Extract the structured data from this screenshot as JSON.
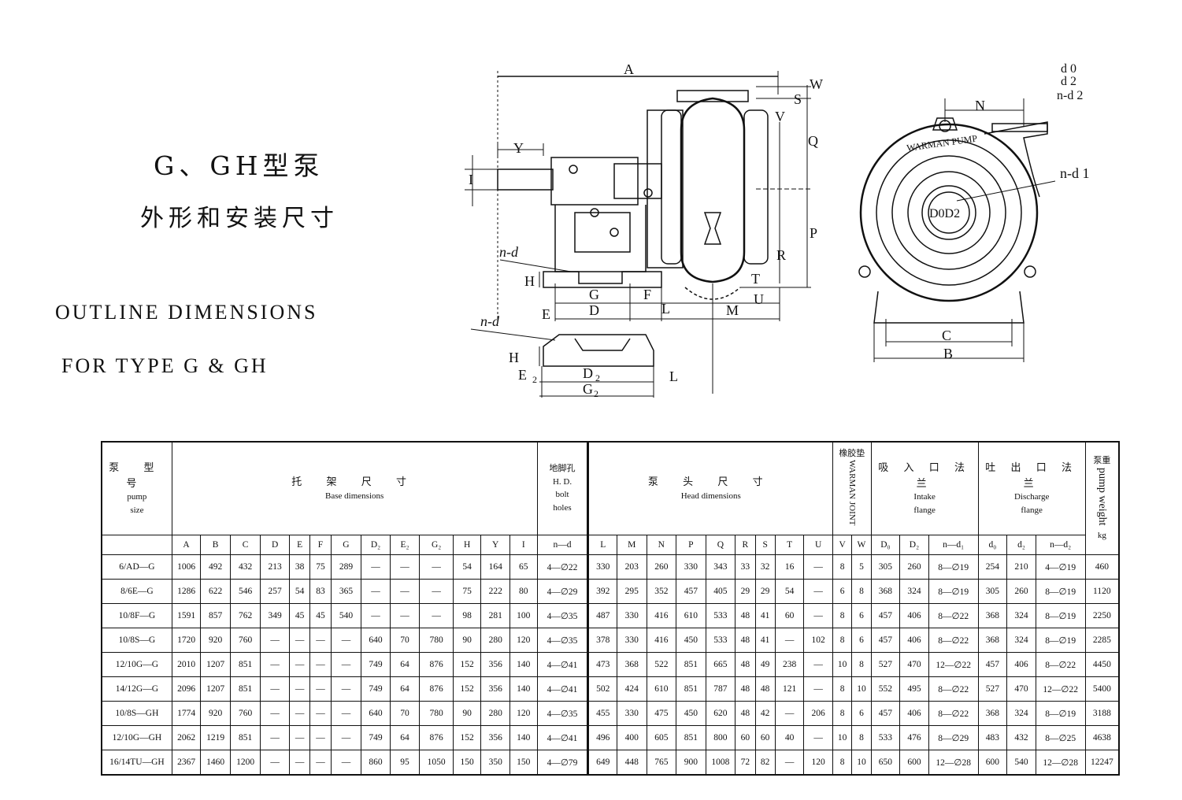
{
  "title": {
    "cn_main": "G、GH型泵",
    "cn_sub": "外形和安装尺寸",
    "en_line1": "OUTLINE DIMENSIONS",
    "en_line2": "FOR TYPE G & GH"
  },
  "drawing_labels": {
    "A": "A",
    "W": "W",
    "S": "S",
    "V": "V",
    "Q": "Q",
    "Y": "Y",
    "I": "I",
    "nd": "n-d",
    "nd2": "n-d",
    "P": "P",
    "R": "R",
    "H": "H",
    "H2": "H",
    "T": "T",
    "U": "U",
    "G": "G",
    "F": "F",
    "E": "E",
    "D": "D",
    "L": "L",
    "M": "M",
    "E2": "E",
    "E2sub": "2",
    "D2": "D",
    "D2sub": "2",
    "G2": "G",
    "G2sub": "2",
    "L2": "L",
    "N": "N",
    "d0": "d 0",
    "d2": "d 2",
    "nd2r": "n-d 2",
    "nd1": "n-d 1",
    "D0D2": "D0D2",
    "C": "C",
    "B": "B",
    "brand": "WARMAN PUMP"
  },
  "table": {
    "col_groups": {
      "pump_size_cn": "泵 型 号",
      "pump_size_en": "pump",
      "pump_size_en2": "size",
      "base_cn": "托 架 尺 寸",
      "base_en": "Base dimensions",
      "bolt_cn": "地脚孔",
      "bolt_en1": "H. D.",
      "bolt_en2": "bolt",
      "bolt_en3": "holes",
      "head_cn": "泵 头 尺 寸",
      "head_en": "Head dimensions",
      "joint_cn": "橡胶垫",
      "joint_en": "WARMAN JOINT",
      "intake_cn": "吸 入 口 法 兰",
      "intake_en1": "Intake",
      "intake_en2": "flange",
      "discharge_cn": "吐 出 口 法 兰",
      "discharge_en1": "Discharge",
      "discharge_en2": "flange",
      "weight_cn": "泵重",
      "weight_en": "pump weight",
      "weight_unit": "kg"
    },
    "headers": [
      "A",
      "B",
      "C",
      "D",
      "E",
      "F",
      "G",
      "D₂",
      "E₂",
      "G₂",
      "H",
      "Y",
      "I",
      "n—d",
      "L",
      "M",
      "N",
      "P",
      "Q",
      "R",
      "S",
      "T",
      "U",
      "V",
      "W",
      "D₀",
      "D₂",
      "n—d₁",
      "d₀",
      "d₂",
      "n—d₂"
    ],
    "rows": [
      [
        "6/AD—G",
        "1006",
        "492",
        "432",
        "213",
        "38",
        "75",
        "289",
        "—",
        "—",
        "—",
        "54",
        "164",
        "65",
        "4—∅22",
        "330",
        "203",
        "260",
        "330",
        "343",
        "33",
        "32",
        "16",
        "—",
        "8",
        "5",
        "305",
        "260",
        "8—∅19",
        "254",
        "210",
        "4—∅19",
        "460"
      ],
      [
        "8/6E—G",
        "1286",
        "622",
        "546",
        "257",
        "54",
        "83",
        "365",
        "—",
        "—",
        "—",
        "75",
        "222",
        "80",
        "4—∅29",
        "392",
        "295",
        "352",
        "457",
        "405",
        "29",
        "29",
        "54",
        "—",
        "6",
        "8",
        "368",
        "324",
        "8—∅19",
        "305",
        "260",
        "8—∅19",
        "1120"
      ],
      [
        "10/8F—G",
        "1591",
        "857",
        "762",
        "349",
        "45",
        "45",
        "540",
        "—",
        "—",
        "—",
        "98",
        "281",
        "100",
        "4—∅35",
        "487",
        "330",
        "416",
        "610",
        "533",
        "48",
        "41",
        "60",
        "—",
        "8",
        "6",
        "457",
        "406",
        "8—∅22",
        "368",
        "324",
        "8—∅19",
        "2250"
      ],
      [
        "10/8S—G",
        "1720",
        "920",
        "760",
        "—",
        "—",
        "—",
        "—",
        "640",
        "70",
        "780",
        "90",
        "280",
        "120",
        "4—∅35",
        "378",
        "330",
        "416",
        "450",
        "533",
        "48",
        "41",
        "—",
        "102",
        "8",
        "6",
        "457",
        "406",
        "8—∅22",
        "368",
        "324",
        "8—∅19",
        "2285"
      ],
      [
        "12/10G—G",
        "2010",
        "1207",
        "851",
        "—",
        "—",
        "—",
        "—",
        "749",
        "64",
        "876",
        "152",
        "356",
        "140",
        "4—∅41",
        "473",
        "368",
        "522",
        "851",
        "665",
        "48",
        "49",
        "238",
        "—",
        "10",
        "8",
        "527",
        "470",
        "12—∅22",
        "457",
        "406",
        "8—∅22",
        "4450"
      ],
      [
        "14/12G—G",
        "2096",
        "1207",
        "851",
        "—",
        "—",
        "—",
        "—",
        "749",
        "64",
        "876",
        "152",
        "356",
        "140",
        "4—∅41",
        "502",
        "424",
        "610",
        "851",
        "787",
        "48",
        "48",
        "121",
        "—",
        "8",
        "10",
        "552",
        "495",
        "8—∅22",
        "527",
        "470",
        "12—∅22",
        "5400"
      ],
      [
        "10/8S—GH",
        "1774",
        "920",
        "760",
        "—",
        "—",
        "—",
        "—",
        "640",
        "70",
        "780",
        "90",
        "280",
        "120",
        "4—∅35",
        "455",
        "330",
        "475",
        "450",
        "620",
        "48",
        "42",
        "—",
        "206",
        "8",
        "6",
        "457",
        "406",
        "8—∅22",
        "368",
        "324",
        "8—∅19",
        "3188"
      ],
      [
        "12/10G—GH",
        "2062",
        "1219",
        "851",
        "—",
        "—",
        "—",
        "—",
        "749",
        "64",
        "876",
        "152",
        "356",
        "140",
        "4—∅41",
        "496",
        "400",
        "605",
        "851",
        "800",
        "60",
        "60",
        "40",
        "—",
        "10",
        "8",
        "533",
        "476",
        "8—∅29",
        "483",
        "432",
        "8—∅25",
        "4638"
      ],
      [
        "16/14TU—GH",
        "2367",
        "1460",
        "1200",
        "—",
        "—",
        "—",
        "—",
        "860",
        "95",
        "1050",
        "150",
        "350",
        "150",
        "4—∅79",
        "649",
        "448",
        "765",
        "900",
        "1008",
        "72",
        "82",
        "—",
        "120",
        "8",
        "10",
        "650",
        "600",
        "12—∅28",
        "600",
        "540",
        "12—∅28",
        "12247"
      ]
    ]
  }
}
